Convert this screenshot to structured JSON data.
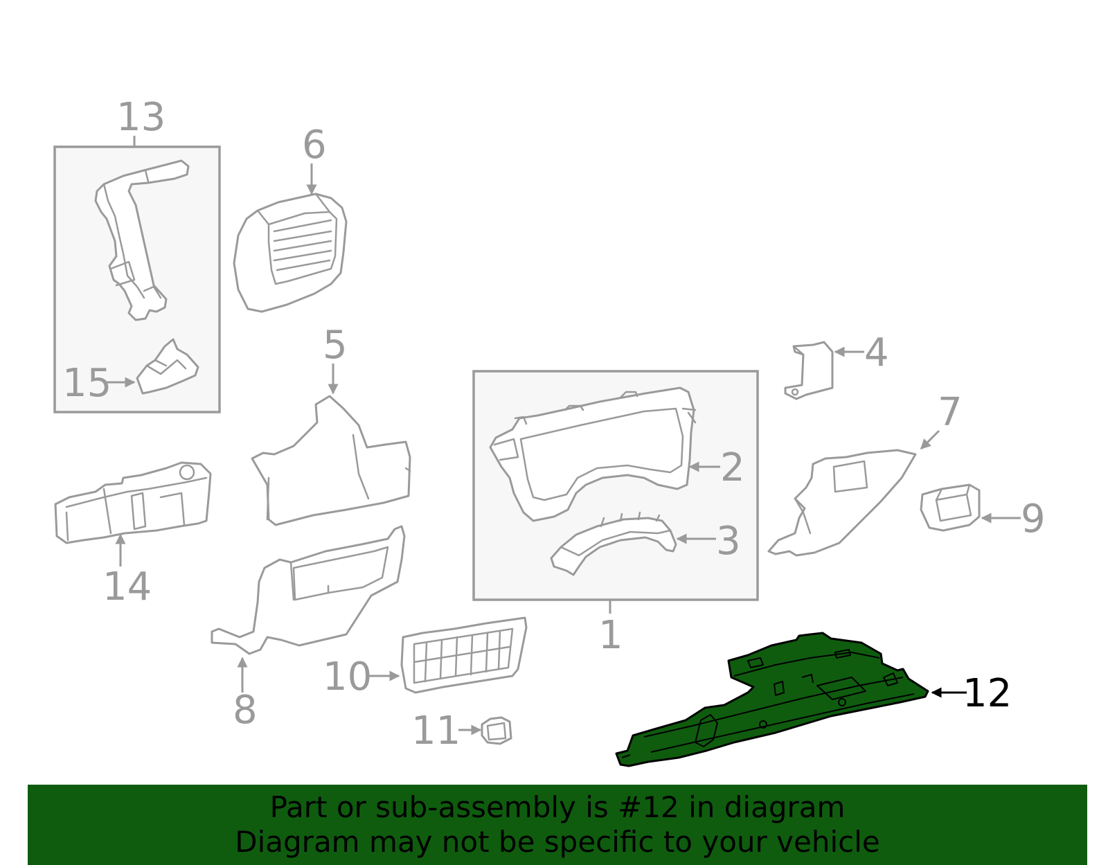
{
  "diagram": {
    "highlight_color": "#0f5c0f",
    "part_stroke_color": "#9a9a9a",
    "highlighted_part": "12",
    "callouts": {
      "p1": "1",
      "p2": "2",
      "p3": "3",
      "p4": "4",
      "p5": "5",
      "p6": "6",
      "p7": "7",
      "p8": "8",
      "p9": "9",
      "p10": "10",
      "p11": "11",
      "p12": "12",
      "p13": "13",
      "p14": "14",
      "p15": "15"
    }
  },
  "banner": {
    "line1": "Part or sub-assembly is #12 in diagram",
    "line2": "Diagram may not be specific to your vehicle",
    "background_color": "#0f5c0f"
  }
}
